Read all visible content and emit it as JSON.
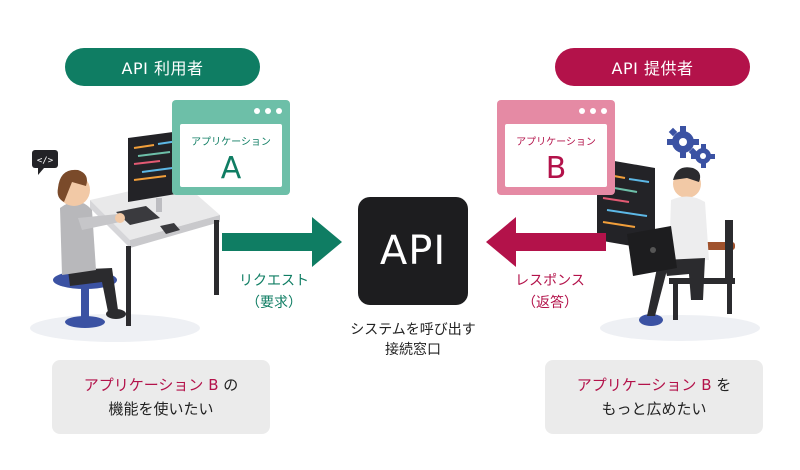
{
  "roles": {
    "user": "API 利用者",
    "provider": "API 提供者"
  },
  "windows": {
    "a": {
      "title": "アプリケーション",
      "letter": "A"
    },
    "b": {
      "title": "アプリケーション",
      "letter": "B"
    }
  },
  "api": {
    "label": "API",
    "caption_line1": "システムを呼び出す",
    "caption_line2": "接続窓口"
  },
  "arrows": {
    "request_line1": "リクエスト",
    "request_line2": "（要求）",
    "response_line1": "レスポンス",
    "response_line2": "（返答）"
  },
  "cards": {
    "left": {
      "highlight": "アプリケーション B",
      "suffix": " の",
      "line2": "機能を使いたい"
    },
    "right": {
      "highlight": "アプリケーション B",
      "suffix": " を",
      "line2": "もっと広めたい"
    }
  },
  "icons": {
    "code_bubble": "code-bubble-icon",
    "gears": "gears-icon"
  },
  "colors": {
    "user_green": "#0f7d63",
    "provider_red": "#b3124a",
    "api_dark": "#1d1d1f"
  }
}
